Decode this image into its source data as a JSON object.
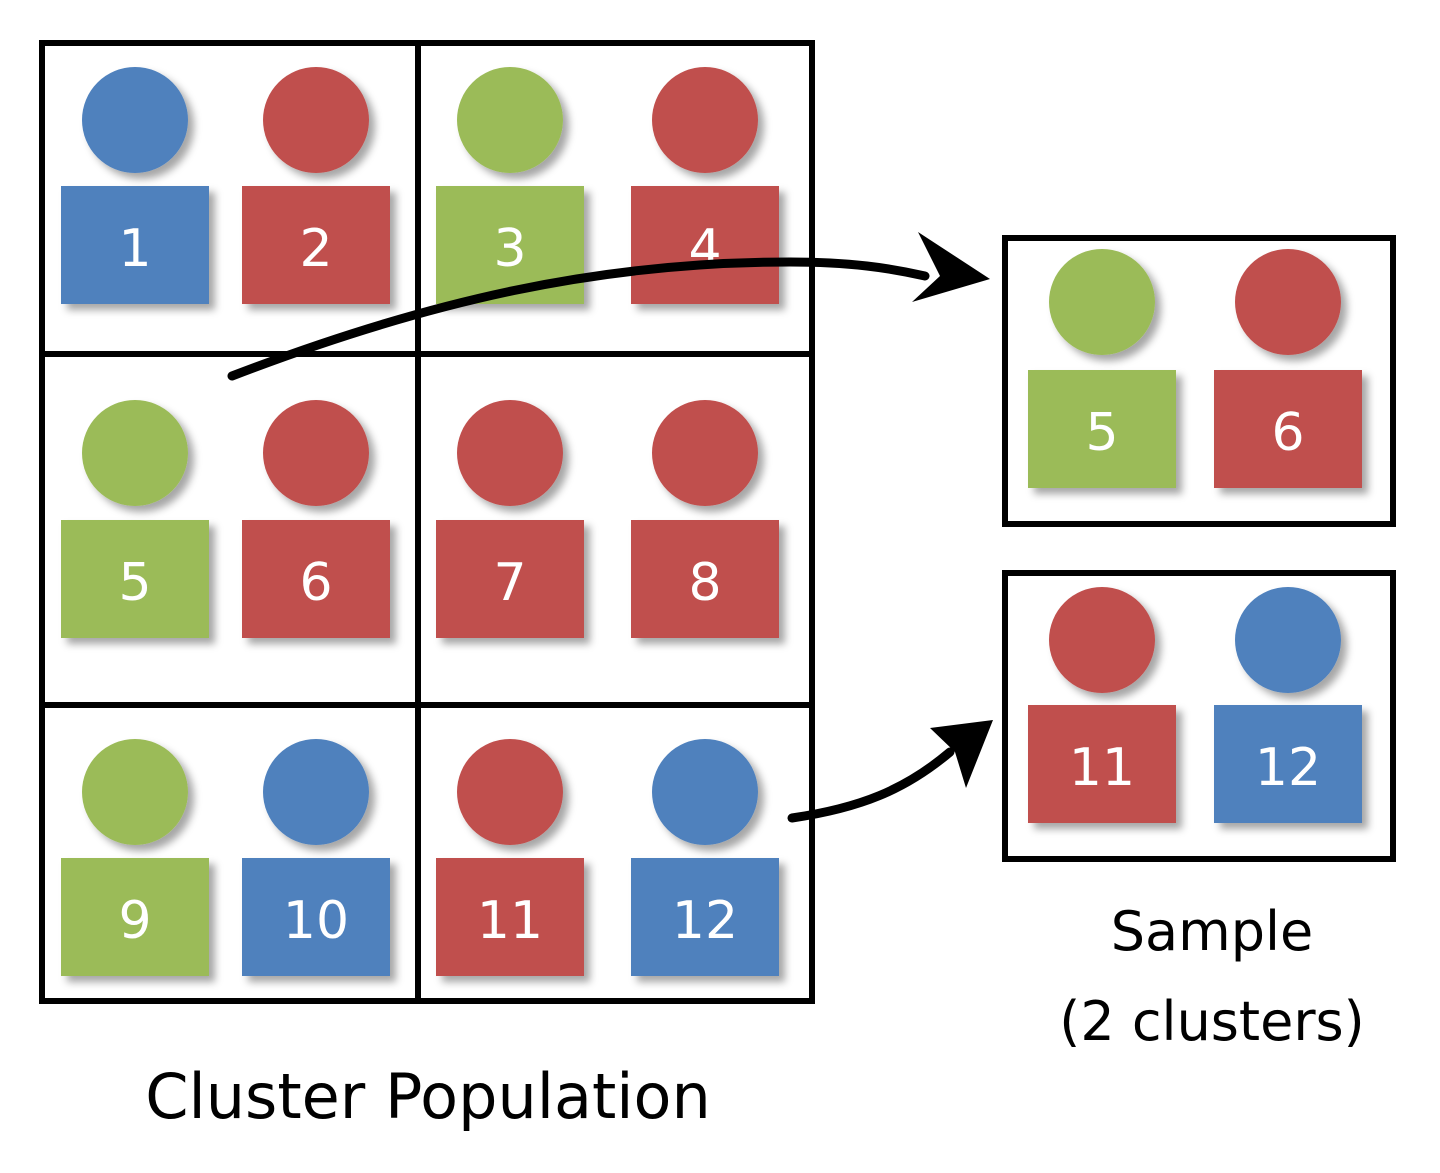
{
  "colors": {
    "blue": "#4f81bd",
    "red": "#c0504d",
    "green": "#9bbb59",
    "frame": "#000000",
    "label": "#ffffff",
    "caption": "#000000"
  },
  "population": {
    "caption": "Cluster Population",
    "clusters": [
      {
        "people": [
          {
            "number": "1",
            "color": "blue"
          },
          {
            "number": "2",
            "color": "red"
          }
        ]
      },
      {
        "people": [
          {
            "number": "3",
            "color": "green"
          },
          {
            "number": "4",
            "color": "red"
          }
        ]
      },
      {
        "people": [
          {
            "number": "5",
            "color": "green"
          },
          {
            "number": "6",
            "color": "red"
          }
        ]
      },
      {
        "people": [
          {
            "number": "7",
            "color": "red"
          },
          {
            "number": "8",
            "color": "red"
          }
        ]
      },
      {
        "people": [
          {
            "number": "9",
            "color": "green"
          },
          {
            "number": "10",
            "color": "blue"
          }
        ]
      },
      {
        "people": [
          {
            "number": "11",
            "color": "red"
          },
          {
            "number": "12",
            "color": "blue"
          }
        ]
      }
    ]
  },
  "sample": {
    "caption_line1": "Sample",
    "caption_line2": "(2 clusters)",
    "clusters": [
      {
        "people": [
          {
            "number": "5",
            "color": "green"
          },
          {
            "number": "6",
            "color": "red"
          }
        ]
      },
      {
        "people": [
          {
            "number": "11",
            "color": "red"
          },
          {
            "number": "12",
            "color": "blue"
          }
        ]
      }
    ]
  }
}
